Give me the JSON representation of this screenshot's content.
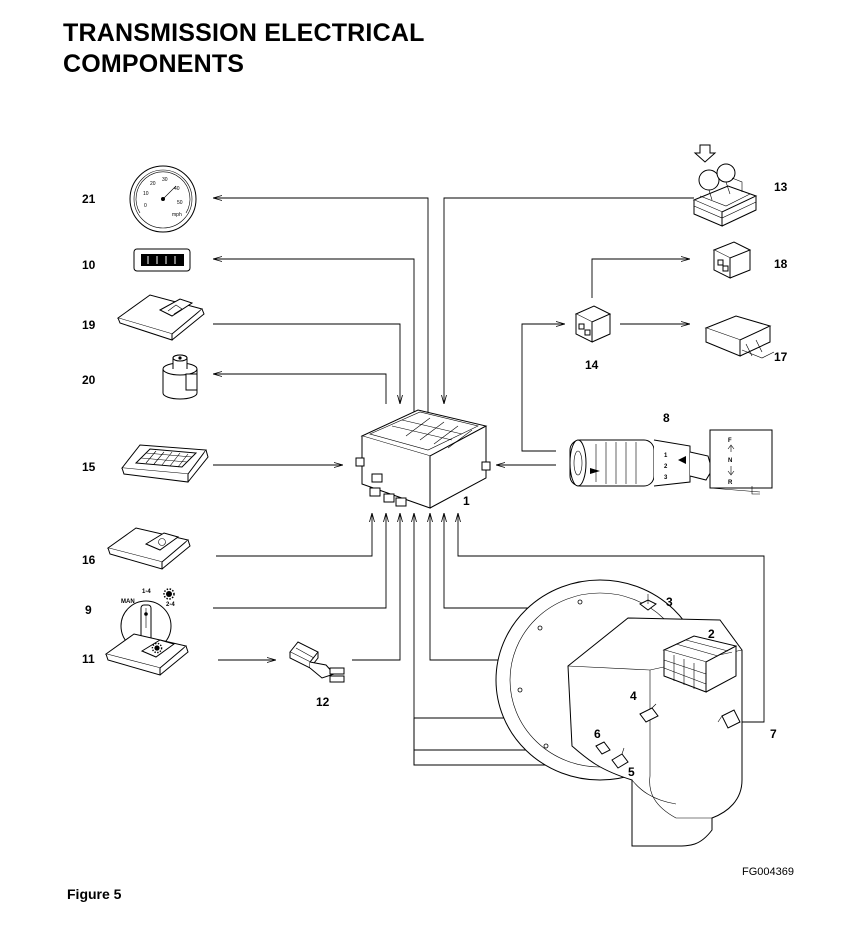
{
  "title": {
    "line1": "TRANSMISSION ELECTRICAL",
    "line2": "COMPONENTS"
  },
  "caption": "Figure 5",
  "code": "FG004369",
  "callouts": {
    "n1": "1",
    "n2": "2",
    "n3": "3",
    "n4": "4",
    "n5": "5",
    "n6": "6",
    "n7": "7",
    "n8": "8",
    "n9": "9",
    "n10": "10",
    "n11": "11",
    "n12": "12",
    "n13": "13",
    "n14": "14",
    "n15": "15",
    "n16": "16",
    "n17": "17",
    "n18": "18",
    "n19": "19",
    "n20": "20",
    "n21": "21"
  },
  "speedometer": {
    "unit": "mph",
    "ticks": [
      "0",
      "10",
      "20",
      "30",
      "40",
      "50"
    ]
  },
  "rotary_switch": {
    "label_man": "MAN",
    "label_14": "1-4",
    "label_24": "2-4"
  },
  "shift_lever": {
    "forward": "F",
    "neutral": "N",
    "reverse": "R",
    "grip_marks": [
      "1",
      "2",
      "3"
    ]
  }
}
